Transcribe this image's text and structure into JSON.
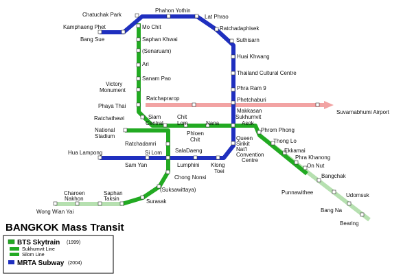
{
  "title": "BANGKOK Mass Transit",
  "colors": {
    "subway": "#1f2fbf",
    "sukhumvit": "#22aa22",
    "silom": "#22aa22",
    "extension": "#b6e0b0",
    "airport": "#f2a3a3"
  },
  "stations": {
    "chatuchak_park": "Chatuchak Park",
    "phahon_yothin": "Phahon Yothin",
    "lat_phrao": "Lat Phrao",
    "kamphaeng_phet": "Kamphaeng Phet",
    "mo_chit": "Mo Chit",
    "ratchadaphisek": "Ratchadaphisek",
    "bang_sue": "Bang Sue",
    "saphan_khwai": "Saphan Khwai",
    "suthisarn": "Suthisarn",
    "senaruam": "(Senaruam)",
    "huai_khwang": "Huai Khwang",
    "ari": "Ari",
    "sanam_pao": "Sanam Pao",
    "thailand_cultural_centre": "Thailand Cultural Centre",
    "victory_monument_1": "Victory",
    "victory_monument_2": "Monument",
    "phra_ram_9": "Phra Ram 9",
    "ratchaprarop": "Ratchaprarop",
    "phetchaburi": "Phetchaburi",
    "phaya_thai": "Phaya Thai",
    "suvarnabhumi": "Suvarnabhumi Airport",
    "makkasan": "Makkasan",
    "ratchathewi": "Ratchathewi",
    "siam_1": "Siam",
    "siam_2": "Central",
    "chit_lom": "Chit",
    "chit_lom_2": "Lom",
    "sukhumvit": "Sukhumvit",
    "asok": "Asok",
    "nana": "Nana",
    "national_stadium_1": "National",
    "national_stadium_2": "Stadium",
    "phloen_chit_1": "Phloen",
    "phloen_chit_2": "Chit",
    "phrom_phong": "Phrom Phong",
    "ratchadamri": "Ratchadamri",
    "qsncc_1": "Queen",
    "qsncc_2": "Sirikit",
    "qsncc_3": "Nat'l",
    "qsncc_4": "Convention",
    "qsncc_5": "Centre",
    "thong_lo": "Thong Lo",
    "ekkamai": "Ekkamai",
    "hua_lamphong": "Hua Lampong",
    "si_lom": "Si Lom",
    "sala_daeng": "SalaDaeng",
    "phra_khanong": "Phra Khanong",
    "sam_yan": "Sam Yan",
    "lumphini": "Lumphini",
    "khlong_toei_1": "Klong",
    "khlong_toei_2": "Toei",
    "on_nut": "On Nut",
    "bangchak": "Bangchak",
    "chong_nonsi": "Chong Nonsi",
    "suksawittaya": "(Suksawittaya)",
    "punnawithee": "Punnawithee",
    "udomsuk": "Udomsuk",
    "charoen_nakhon_1": "Charoen",
    "charoen_nakhon_2": "Nakhon",
    "saphan_taksin_1": "Saphan",
    "saphan_taksin_2": "Taksin",
    "surasak": "Surasak",
    "wong_wian_yai": "Wong Wian Yai",
    "bang_na": "Bang Na",
    "bearing": "Bearing"
  },
  "legend": {
    "bts": "BTS Skytrain",
    "bts_year": "(1999)",
    "sukhumvit_line": "Sukhumvit Line",
    "silom_line": "Silom Line",
    "mrta": "MRTA Subway",
    "mrta_year": "(2004)"
  }
}
